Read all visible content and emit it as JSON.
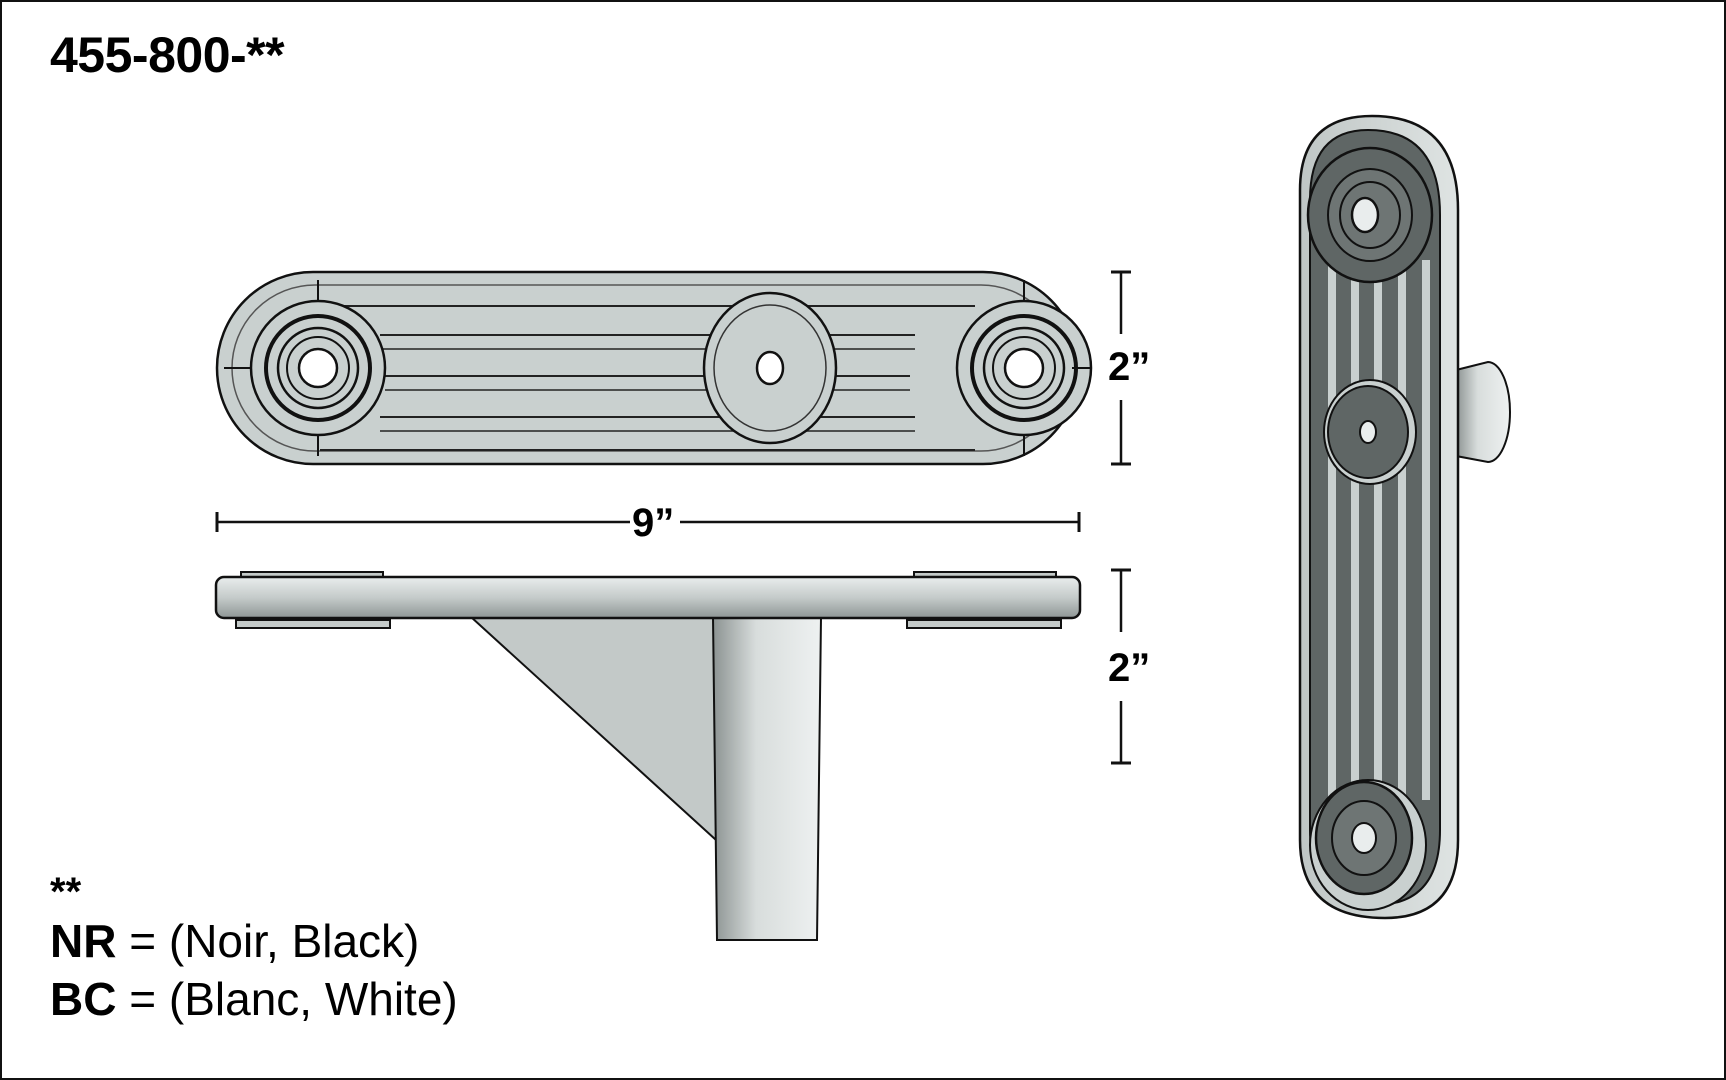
{
  "title": "455-800-**",
  "dimensions": {
    "width": "9”",
    "top_height": "2”",
    "side_height": "2”"
  },
  "legend": {
    "marker": "**",
    "items": [
      {
        "code": "NR",
        "sep": " = ",
        "desc": "(Noir, Black)"
      },
      {
        "code": "BC",
        "sep": " = ",
        "desc": "(Blanc, White)"
      }
    ]
  },
  "colors": {
    "part_light": "#c9d0cf",
    "part_dark": "#5f6665",
    "outline": "#111111"
  }
}
